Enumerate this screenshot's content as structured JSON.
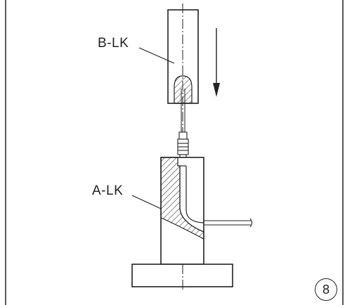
{
  "figure": {
    "upper_part_label": "B-LK",
    "lower_part_label": "A-LK",
    "step_number": "8",
    "stroke_color": "#222222",
    "background_color": "#ffffff"
  }
}
